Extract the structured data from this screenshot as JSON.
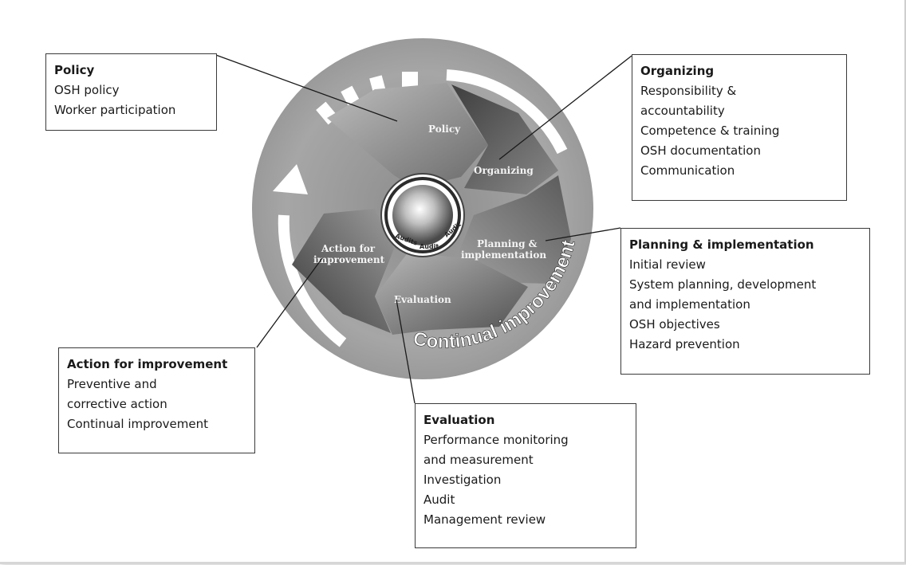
{
  "wheel": {
    "policy": "Policy",
    "organizing": "Organizing",
    "planning_line1": "Planning &",
    "planning_line2": "implementation",
    "evaluation": "Evaluation",
    "action_line1": "Action for",
    "action_line2": "improvement",
    "continual": "Continual improvement",
    "inner_labels": [
      "Audits",
      "Audit",
      "Audit"
    ]
  },
  "boxes": {
    "policy": {
      "title": "Policy",
      "items": [
        "OSH policy",
        "Worker participation"
      ]
    },
    "organizing": {
      "title": "Organizing",
      "items": [
        "Responsibility &",
        "accountability",
        "Competence & training",
        "OSH documentation",
        "Communication"
      ]
    },
    "planning": {
      "title": "Planning & implementation",
      "items": [
        "Initial review",
        "System planning, development",
        "and implementation",
        "OSH objectives",
        "Hazard prevention"
      ]
    },
    "action": {
      "title": "Action for improvement",
      "items": [
        "Preventive and",
        "corrective action",
        "Continual improvement"
      ]
    },
    "evaluation": {
      "title": "Evaluation",
      "items": [
        "Performance monitoring",
        "and measurement",
        "Investigation",
        "Audit",
        "Management review"
      ]
    }
  }
}
